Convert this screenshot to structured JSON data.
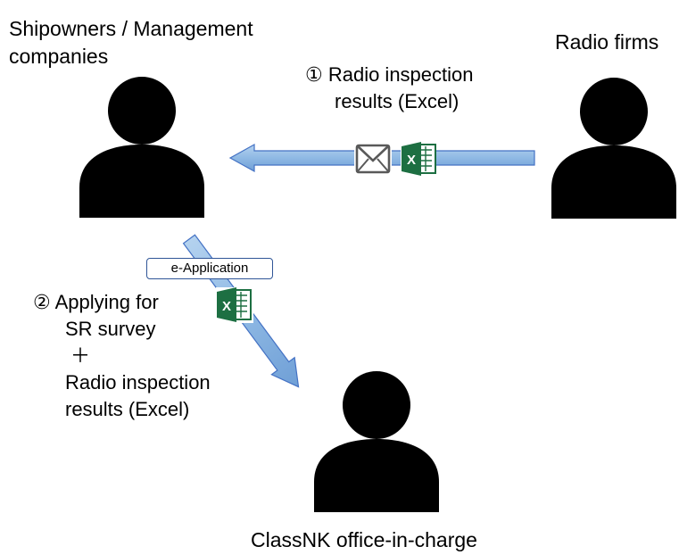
{
  "nodes": {
    "shipowners": {
      "lines": [
        "Shipowners / Management",
        "companies"
      ]
    },
    "radio_firms": {
      "label": "Radio firms"
    },
    "classnk": {
      "label": "ClassNK office-in-charge"
    }
  },
  "flows": {
    "step1": {
      "lines": [
        "① Radio inspection",
        "results (Excel)"
      ]
    },
    "step2": {
      "lines": [
        "② Applying for",
        "SR survey",
        "＋",
        "Radio inspection",
        "results (Excel)"
      ],
      "badge": "e-Application"
    }
  },
  "icons": {
    "person": "person-icon",
    "mail": "envelope-icon",
    "excel": "excel-icon"
  },
  "colors": {
    "arrow_fill": "#9dc3e6",
    "arrow_stroke": "#4472c4",
    "excel_green": "#1d6f42",
    "badge_border": "#2f5597"
  }
}
